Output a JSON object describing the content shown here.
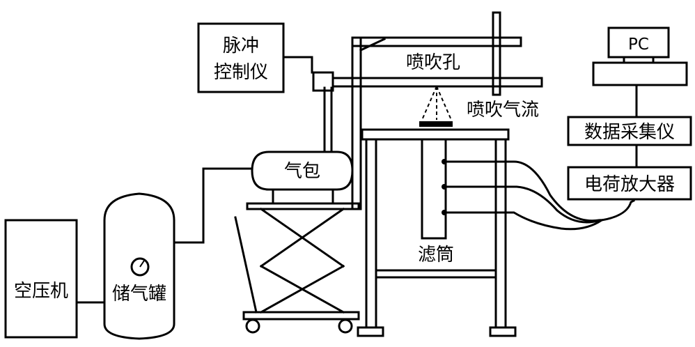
{
  "labels": {
    "air_compressor": "空压机",
    "storage_tank": "储气罐",
    "air_bag": "气包",
    "pulse_controller_line1": "脉冲",
    "pulse_controller_line2": "控制仪",
    "jet_hole": "喷吹孔",
    "jet_airflow": "喷吹气流",
    "filter_cartridge": "滤筒",
    "pc": "PC",
    "data_acquisition": "数据采集仪",
    "charge_amplifier": "电荷放大器"
  },
  "colors": {
    "line": "#000000",
    "background": "#ffffff"
  }
}
